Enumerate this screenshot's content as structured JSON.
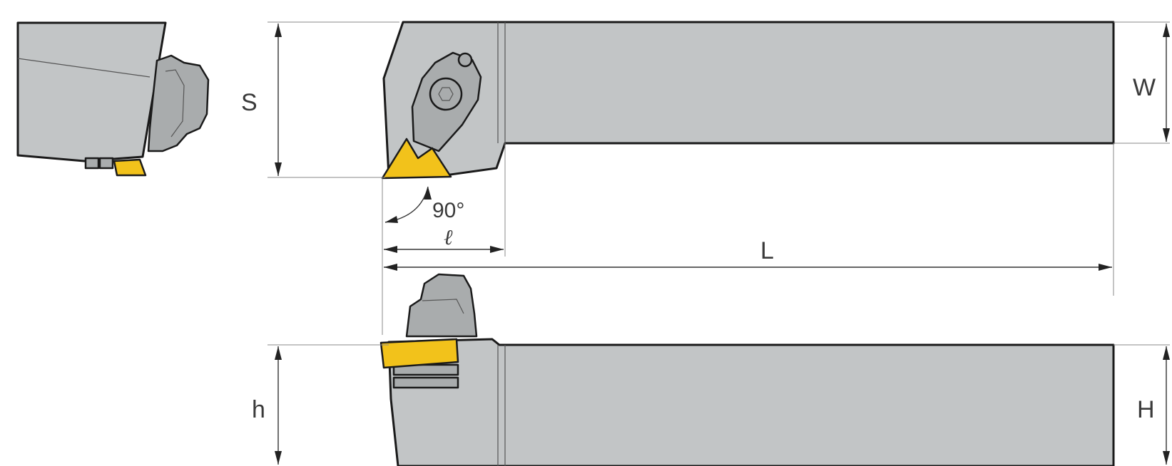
{
  "dimensions": {
    "S": "S",
    "W": "W",
    "L": "L",
    "l": "ℓ",
    "h": "h",
    "H": "H",
    "angle": "90°"
  },
  "colors": {
    "body": "#c2c5c6",
    "body_shade": "#a9acad",
    "insert": "#f2c21b",
    "outline": "#1a1a1a"
  }
}
